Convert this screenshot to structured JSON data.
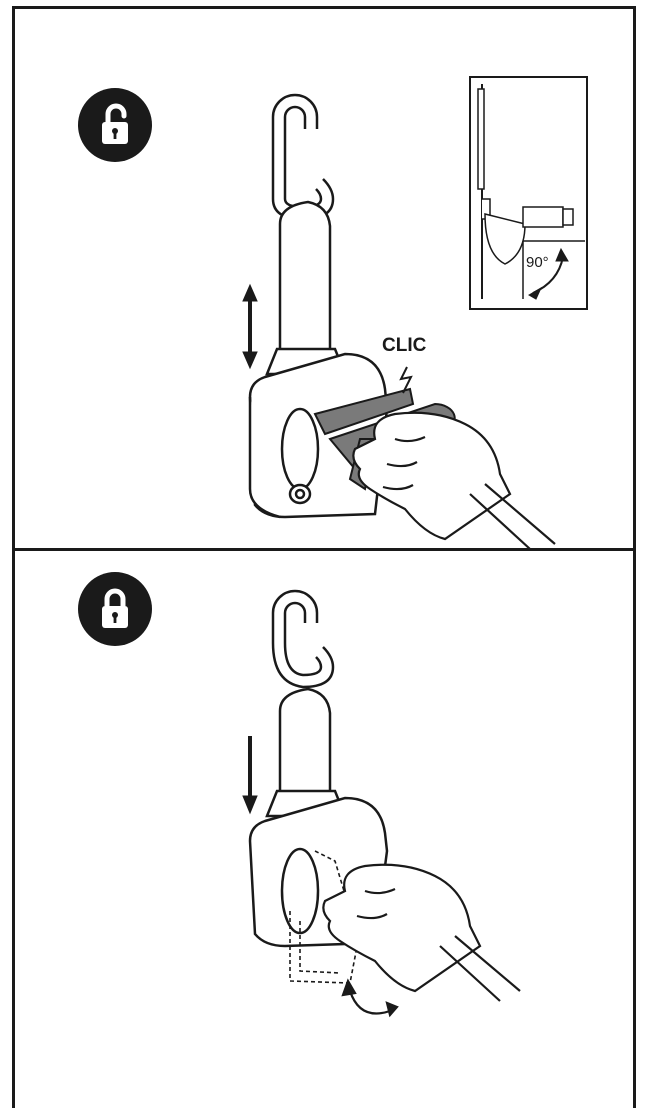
{
  "steps": [
    {
      "state_icon": "unlocked-padlock-icon",
      "sound_label": "CLIC",
      "inset": {
        "angle_label": "90°"
      },
      "motion": "up-down-double-arrow"
    },
    {
      "state_icon": "locked-padlock-icon",
      "motion": "down-arrow"
    }
  ],
  "colors": {
    "line": "#1a1a1a",
    "part_fill": "#7a7a7a",
    "badge": "#1a1a1a"
  }
}
